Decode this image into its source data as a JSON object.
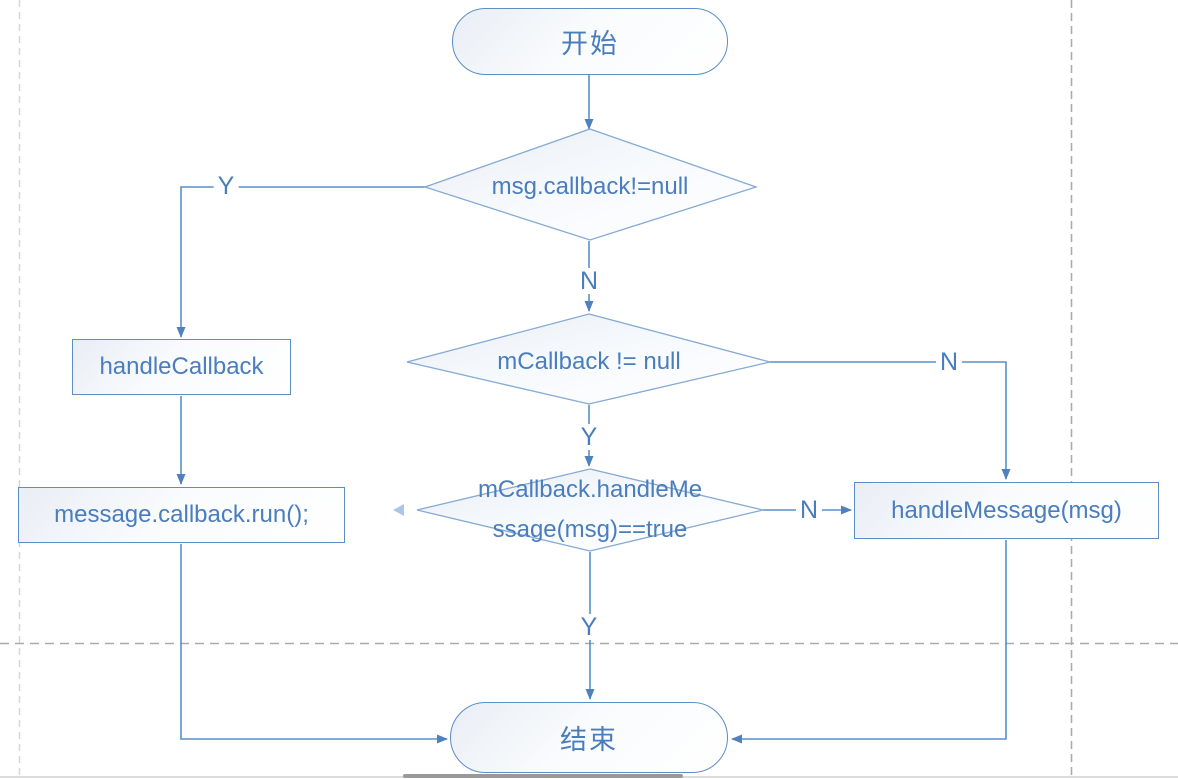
{
  "page": {
    "background": "#ffffff",
    "text_blue": "#4a7dbe",
    "line_blue": "#5b8fc7",
    "box_border_blue": "#5b8ec4",
    "diamond_border_blue": "#85aad4",
    "page_break_gray": "#ababab",
    "scroll_thumb_gray": "#999999"
  },
  "flowchart": {
    "start": {
      "label": "开始"
    },
    "end": {
      "label": "结束"
    },
    "decisions": [
      {
        "id": "d1",
        "label": "msg.callback!=null"
      },
      {
        "id": "d2",
        "label": "mCallback != null"
      },
      {
        "id": "d3",
        "label": "mCallback.handleMe\nssage(msg)==true"
      }
    ],
    "processes": [
      {
        "id": "handle-callback",
        "label": "handleCallback"
      },
      {
        "id": "message-callback-run",
        "label": "message.callback.run();"
      },
      {
        "id": "handle-message",
        "label": "handleMessage(msg)"
      }
    ],
    "branch_labels": {
      "d1_yes": "Y",
      "d1_no": "N",
      "d2_yes": "Y",
      "d2_no": "N",
      "d3_yes": "Y",
      "d3_no": "N"
    }
  }
}
